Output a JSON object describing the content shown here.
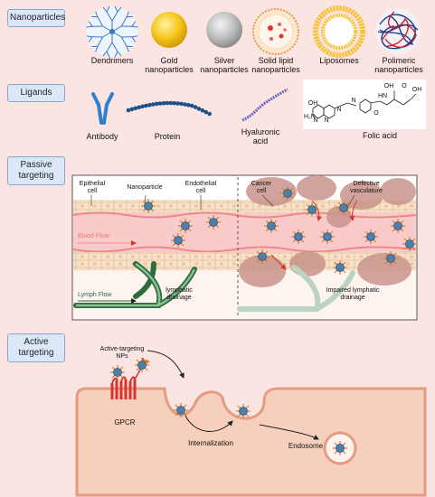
{
  "sections": {
    "nanoparticles": "Nanoparticles",
    "ligands": "Ligands",
    "passive": "Passive targeting",
    "active": "Active targeting"
  },
  "nanoparticles": [
    {
      "label_1": "Dendrimers",
      "label_2": ""
    },
    {
      "label_1": "Gold",
      "label_2": "nanoparticles"
    },
    {
      "label_1": "Silver",
      "label_2": "nanoparticles"
    },
    {
      "label_1": "Solid lipid",
      "label_2": "nanoparticles"
    },
    {
      "label_1": "Liposomes",
      "label_2": ""
    },
    {
      "label_1": "Polimeric",
      "label_2": "nanoparticles"
    }
  ],
  "ligands": {
    "antibody": "Antibody",
    "protein": "Protein",
    "hyaluronic_1": "Hyaluronic",
    "hyaluronic_2": "acid",
    "folic": "Folic acid",
    "folic_groups": [
      "OH",
      "O",
      "OH",
      "N",
      "O",
      "N",
      "OH",
      "HN",
      "N",
      "N",
      "H₂N"
    ]
  },
  "passive": {
    "epithelial_1": "Epithelial",
    "epithelial_2": "cell",
    "nanoparticle": "Nanoparticle",
    "endothelial_1": "Endothelial",
    "endothelial_2": "cell",
    "cancer_1": "Cancer",
    "cancer_2": "cell",
    "defective_1": "Defective",
    "defective_2": "vasculature",
    "blood_flow": "Blood Flow",
    "lymph_flow": "Lymph Flow",
    "lymphatic_1": "lymphatic",
    "lymphatic_2": "drainage",
    "impaired_1": "Impaired lymphatic",
    "impaired_2": "drainage"
  },
  "active": {
    "np_label_1": "Active-targeting",
    "np_label_2": "NPs",
    "gpcr": "GPCR",
    "internalization": "Internalization",
    "endosome": "Endosome"
  },
  "colors": {
    "background": "#fbe5e3",
    "label_box": "#dbe6f7",
    "gold": "#f5c518",
    "silver": "#b9b9b9",
    "antibody": "#2f7fd0",
    "protein": "#1e4f86",
    "nanoparticle_core": "#4f7fa8",
    "ligand_spike": "#e07b2a",
    "blood": "#f4b8b8",
    "lymph": "#2e6b3d",
    "membrane": "#f3c7b5",
    "receptor": "#d9312b"
  }
}
